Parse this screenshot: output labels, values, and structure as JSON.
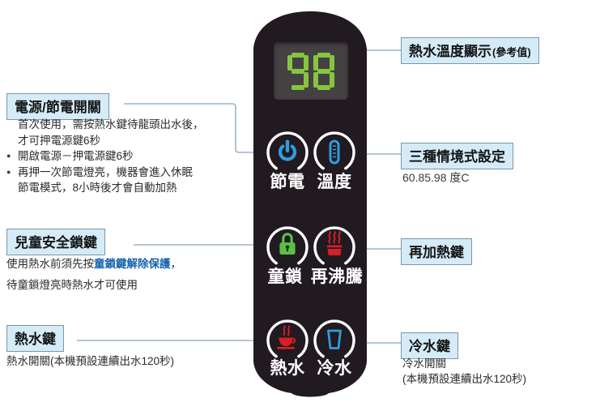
{
  "display": {
    "value": "98",
    "digit_color": "#85c540",
    "bg_color": "#454142"
  },
  "panel": {
    "bg_color": "#211a20",
    "buttons": [
      {
        "label": "節電",
        "icon": "power-icon",
        "color": "#2f9ce0"
      },
      {
        "label": "溫度",
        "icon": "thermometer-icon",
        "color": "#2f9ce0"
      },
      {
        "label": "童鎖",
        "icon": "lock-icon",
        "color": "#5cbf45"
      },
      {
        "label": "再沸騰",
        "icon": "reboil-icon",
        "color": "#d81f26"
      },
      {
        "label": "熱水",
        "icon": "hot-water-cup-icon",
        "color": "#d81f26"
      },
      {
        "label": "冷水",
        "icon": "cold-water-glass-icon",
        "color": "#2f9ce0"
      }
    ]
  },
  "callouts": {
    "temp_display": {
      "title": "熱水溫度顯示",
      "suffix": "(參考值)"
    },
    "power_switch": {
      "title": "電源/節電開關",
      "bullet_char": "●",
      "lines": [
        "首次使用，需按熱水鍵待龍頭出水後，",
        "才可押電源鍵6秒",
        "開啟電源－押電源鍵6秒",
        "再押一次節電燈亮，機器會進入休眠",
        "節電模式，8小時後才會自動加熱"
      ]
    },
    "scene_settings": {
      "title": "三種情境式設定",
      "subtitle": "60.85.98 度C"
    },
    "child_lock": {
      "title": "兒童安全鎖鍵",
      "line1_prefix": "使用熱水前須先按",
      "line1_em": "童鎖鍵解除保護",
      "line1_suffix": "，",
      "line2": "待童鎖燈亮時熱水才可使用"
    },
    "reheat": {
      "title": "再加熱鍵"
    },
    "hot_water": {
      "title": "熱水鍵",
      "desc": "熱水開關(本機預設連續出水120秒)"
    },
    "cold_water": {
      "title": "冷水鍵",
      "desc1": "冷水開關",
      "desc2": "(本機預設連續出水120秒)"
    }
  },
  "colors": {
    "callout_bg": "#d5ecf8",
    "callout_border": "#7f95a3",
    "connector_line": "#9db4c8",
    "emphasis_blue": "#1461ad",
    "icon_blue": "#2f9ce0",
    "icon_green": "#5cbf45",
    "icon_red": "#d81f26"
  }
}
